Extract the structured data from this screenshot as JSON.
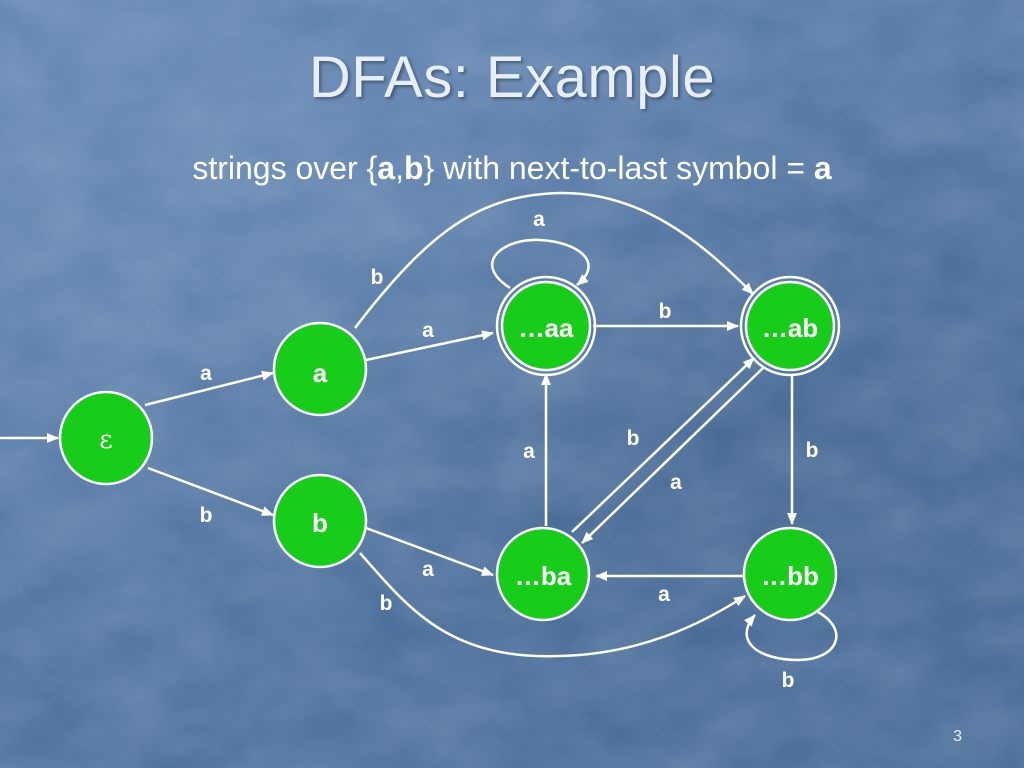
{
  "slide": {
    "title": "DFAs: Example",
    "subtitle": {
      "prefix": "strings over {",
      "sym1": "a",
      "comma": ",",
      "sym2": "b",
      "suffix": "} with next-to-last symbol = ",
      "sym3": "a"
    },
    "page_number": "3"
  },
  "diagram": {
    "states": {
      "eps": {
        "label": "ε",
        "start": true,
        "final": false
      },
      "a": {
        "label": "a",
        "final": false
      },
      "b": {
        "label": "b",
        "final": false
      },
      "aa": {
        "label": "…aa",
        "final": true
      },
      "ab": {
        "label": "…ab",
        "final": true
      },
      "ba": {
        "label": "…ba",
        "final": false
      },
      "bb": {
        "label": "…bb",
        "final": false
      }
    },
    "transitions": [
      {
        "from": "ε",
        "symbol": "a",
        "to": "a"
      },
      {
        "from": "ε",
        "symbol": "b",
        "to": "b"
      },
      {
        "from": "a",
        "symbol": "a",
        "to": "…aa"
      },
      {
        "from": "a",
        "symbol": "b",
        "to": "…ab"
      },
      {
        "from": "b",
        "symbol": "a",
        "to": "…ba"
      },
      {
        "from": "b",
        "symbol": "b",
        "to": "…bb"
      },
      {
        "from": "…aa",
        "symbol": "a",
        "to": "…aa"
      },
      {
        "from": "…aa",
        "symbol": "b",
        "to": "…ab"
      },
      {
        "from": "…ab",
        "symbol": "a",
        "to": "…ba"
      },
      {
        "from": "…ab",
        "symbol": "b",
        "to": "…bb"
      },
      {
        "from": "…ba",
        "symbol": "a",
        "to": "…aa"
      },
      {
        "from": "…ba",
        "symbol": "b",
        "to": "…ab"
      },
      {
        "from": "…bb",
        "symbol": "a",
        "to": "…ba"
      },
      {
        "from": "…bb",
        "symbol": "b",
        "to": "…bb"
      }
    ],
    "edge_labels": {
      "eps_a": "a",
      "eps_b": "b",
      "a_aa": "a",
      "a_ab": "b",
      "b_ba": "a",
      "b_bb": "b",
      "aa_loop": "a",
      "aa_ab": "b",
      "ab_ba": "a",
      "ab_bb": "b",
      "ba_aa": "a",
      "ba_ab": "b",
      "bb_ba": "a",
      "bb_loop": "b"
    }
  },
  "colors": {
    "background": "#4f75a3",
    "state_fill": "#18cc1a",
    "edges": "#ffffff",
    "text": "#ffffff"
  }
}
